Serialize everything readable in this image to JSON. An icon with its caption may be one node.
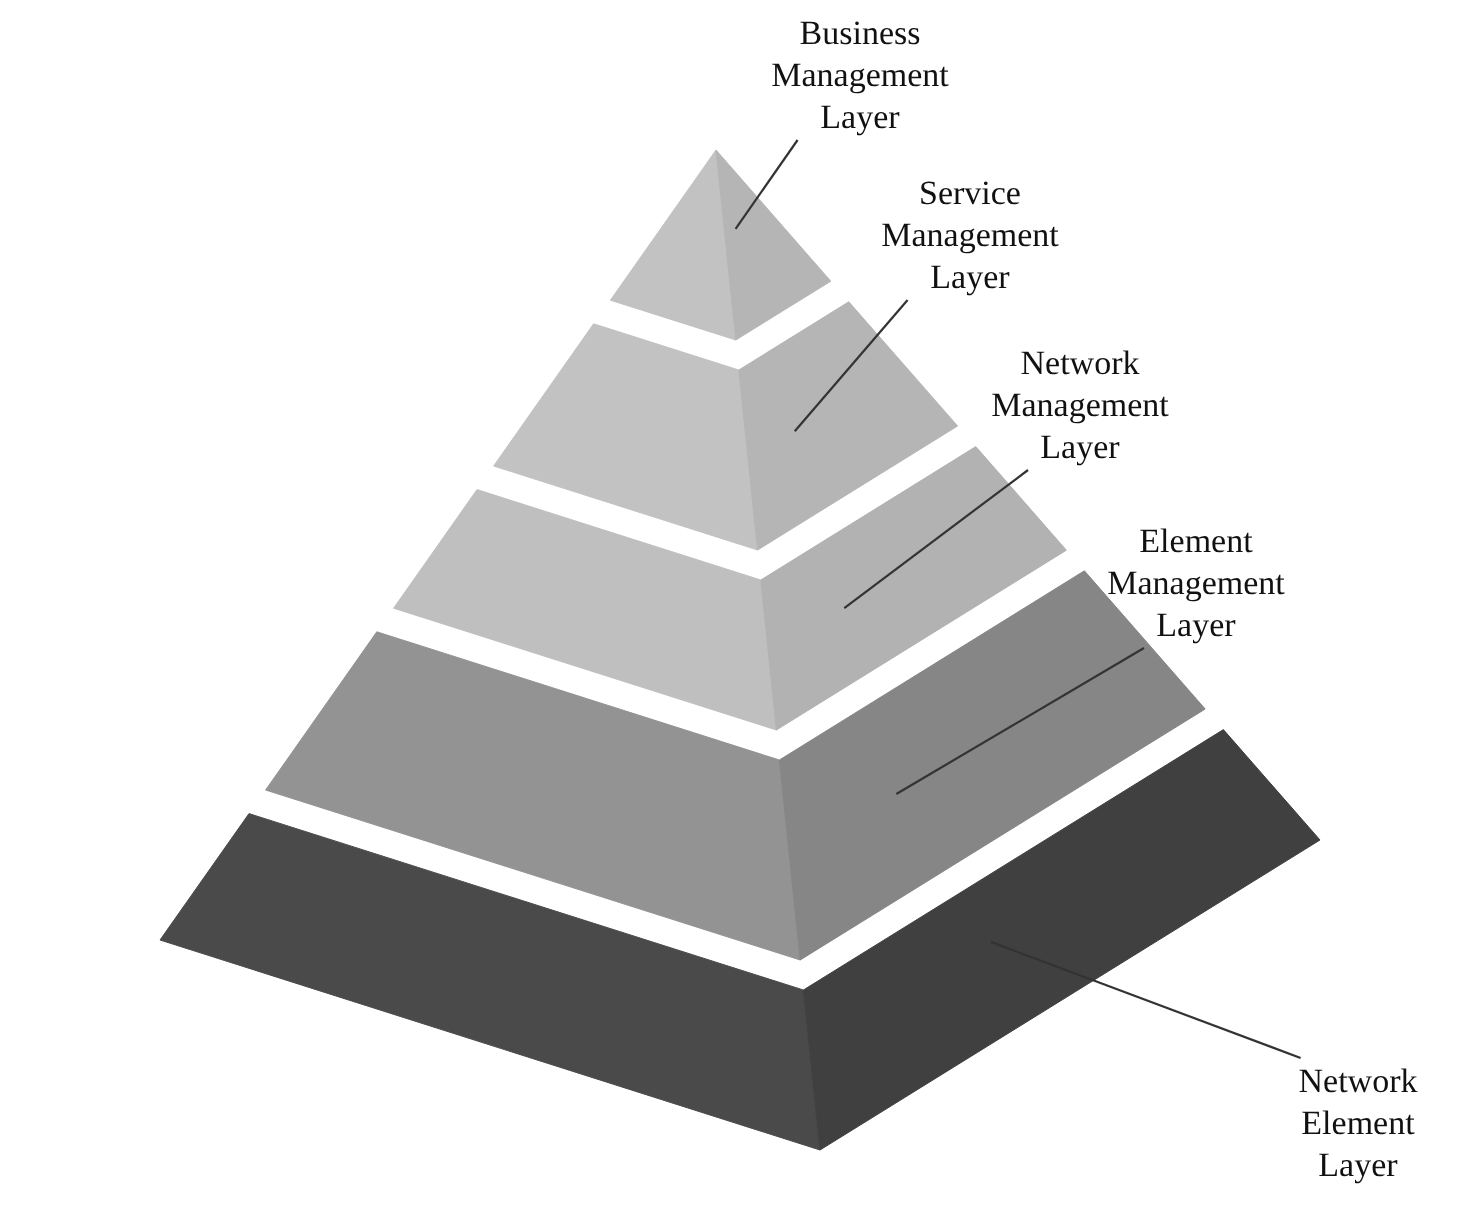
{
  "diagram": {
    "nodes": [
      {
        "text": [
          "Business Management Layer"
        ]
      },
      {
        "text": [
          "Service Management Layer"
        ]
      },
      {
        "text": [
          "Network Management Layer"
        ]
      },
      {
        "text": [
          "Element Management Layer"
        ]
      },
      {
        "text": [
          "Network Element Layer"
        ]
      },
      {
        "text": [],
        "shape": "band"
      },
      {
        "text": [],
        "shape": "band"
      },
      {
        "text": [],
        "shape": "band"
      },
      {
        "text": [],
        "shape": "band"
      },
      {
        "text": [],
        "shape": "band"
      }
    ],
    "edges": [
      {
        "from": 0,
        "to": 5,
        "arrow": "none"
      },
      {
        "from": 1,
        "to": 6,
        "arrow": "none"
      },
      {
        "from": 2,
        "to": 7,
        "arrow": "none"
      },
      {
        "from": 3,
        "to": 8,
        "arrow": "none"
      },
      {
        "from": 4,
        "to": 9,
        "arrow": "none"
      }
    ]
  }
}
